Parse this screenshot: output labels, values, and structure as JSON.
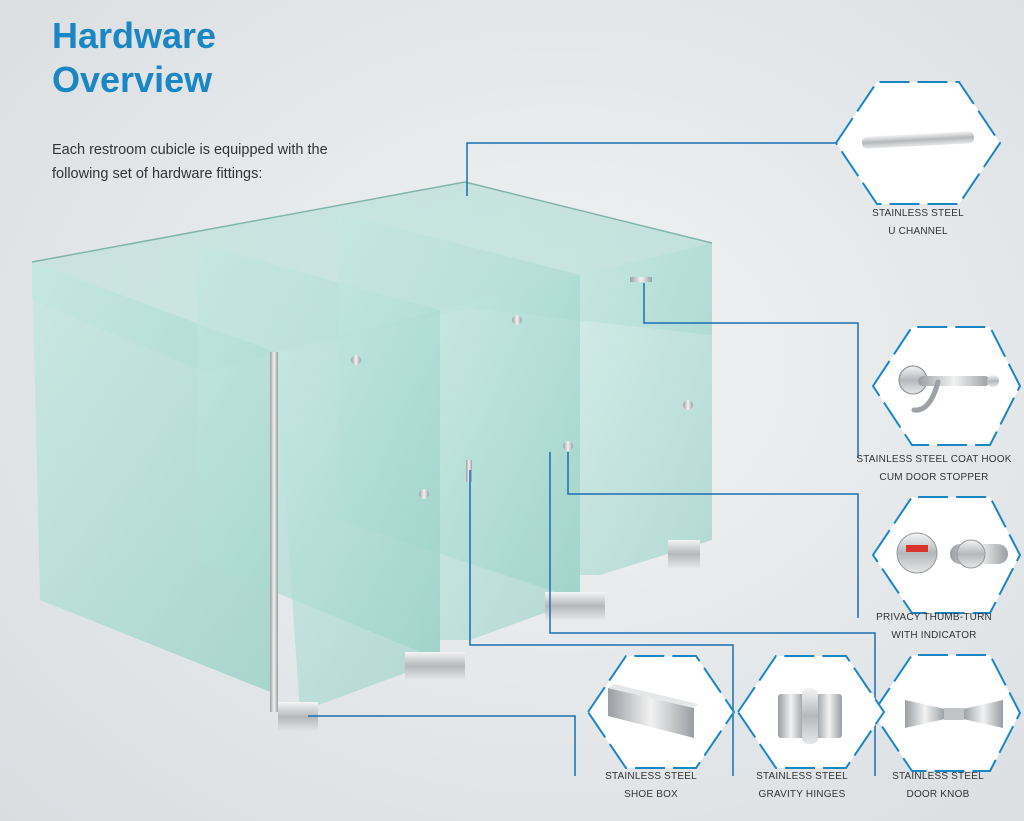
{
  "title": {
    "line1": "Hardware",
    "line2": "Overview"
  },
  "intro": {
    "line1": "Each restroom cubicle is equipped with the",
    "line2": "following set of hardware fittings:"
  },
  "colors": {
    "title": "#1a86c4",
    "connector": "#1a6fb0",
    "hex_border": "#1a86c4",
    "glass": "#a9d9d0"
  },
  "hardware": [
    {
      "icon": "u-channel-icon",
      "line1": "STAINLESS STEEL",
      "line2": "U CHANNEL"
    },
    {
      "icon": "coat-hook-icon",
      "line1": "STAINLESS STEEL COAT HOOK",
      "line2": "CUM DOOR STOPPER"
    },
    {
      "icon": "thumb-turn-icon",
      "line1": "PRIVACY THUMB-TURN",
      "line2": "WITH INDICATOR"
    },
    {
      "icon": "door-knob-icon",
      "line1": "STAINLESS STEEL",
      "line2": "DOOR KNOB"
    },
    {
      "icon": "gravity-hinge-icon",
      "line1": "STAINLESS STEEL",
      "line2": "GRAVITY HINGES"
    },
    {
      "icon": "shoe-box-icon",
      "line1": "STAINLESS STEEL",
      "line2": "SHOE BOX"
    }
  ]
}
